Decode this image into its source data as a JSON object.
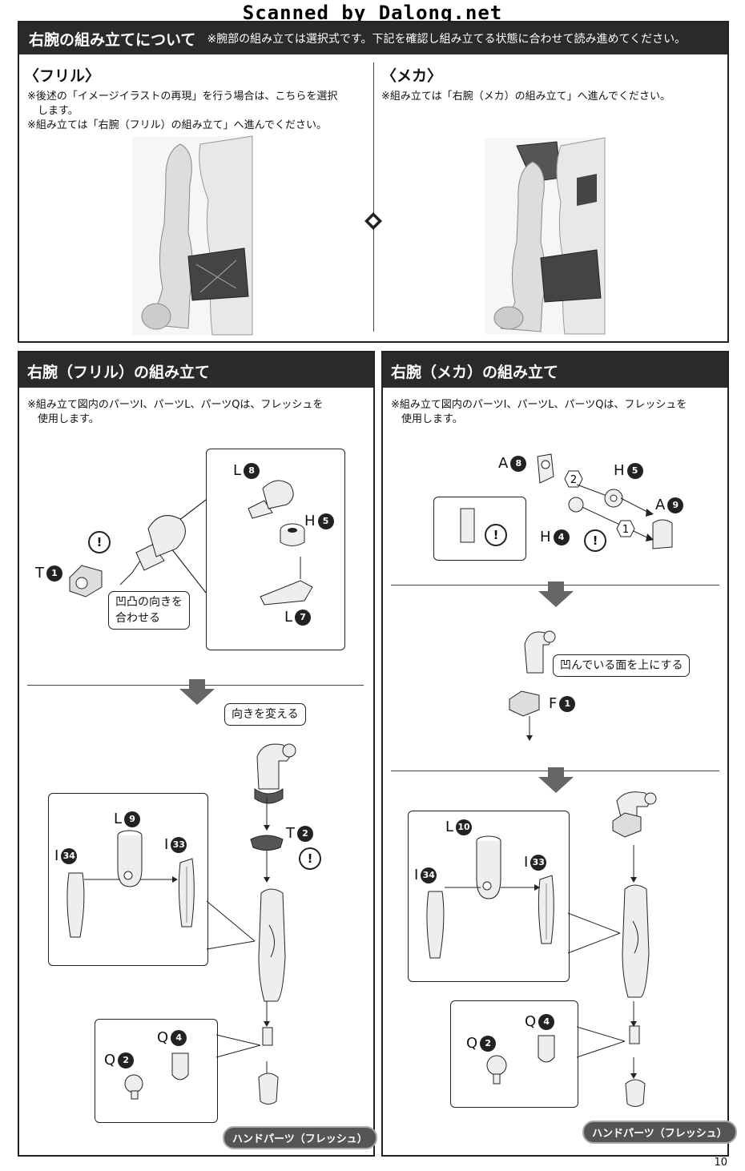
{
  "watermark": "Scanned by Dalong.net",
  "intro": {
    "title": "右腕の組み立てについて",
    "note": "※腕部の組み立ては選択式です。下記を確認し組み立てる状態に合わせて読み進めてください。",
    "frill": {
      "heading": "〈フリル〉",
      "note1": "※後述の「イメージイラストの再現」を行う場合は、こちらを選択",
      "note1b": "　します。",
      "note2": "※組み立ては「右腕（フリル）の組み立て」へ進んでください。"
    },
    "mecha": {
      "heading": "〈メカ〉",
      "note1": "※組み立ては「右腕（メカ）の組み立て」へ進んでください。"
    }
  },
  "frill_assembly": {
    "title": "右腕（フリル）の組み立て",
    "note1": "※組み立て図内のパーツI、パーツL、パーツQは、フレッシュを",
    "note2": "　使用します。",
    "parts": {
      "L8": {
        "letter": "L",
        "num": "8"
      },
      "H5": {
        "letter": "H",
        "num": "5"
      },
      "L7": {
        "letter": "L",
        "num": "7"
      },
      "T1": {
        "letter": "T",
        "num": "1"
      },
      "L9": {
        "letter": "L",
        "num": "9"
      },
      "I34": {
        "letter": "I",
        "num": "34"
      },
      "I33": {
        "letter": "I",
        "num": "33"
      },
      "T2": {
        "letter": "T",
        "num": "2"
      },
      "Q4": {
        "letter": "Q",
        "num": "4"
      },
      "Q2": {
        "letter": "Q",
        "num": "2"
      }
    },
    "callout_align_1": "凹凸の向きを",
    "callout_align_2": "合わせる",
    "callout_turn": "向きを変える",
    "hand_label": "ハンドパーツ（フレッシュ）",
    "excl": "!"
  },
  "mecha_assembly": {
    "title": "右腕（メカ）の組み立て",
    "note1": "※組み立て図内のパーツI、パーツL、パーツQは、フレッシュを",
    "note2": "　使用します。",
    "parts": {
      "A8": {
        "letter": "A",
        "num": "8"
      },
      "H5": {
        "letter": "H",
        "num": "5"
      },
      "A9": {
        "letter": "A",
        "num": "9"
      },
      "H4": {
        "letter": "H",
        "num": "4"
      },
      "F1": {
        "letter": "F",
        "num": "1"
      },
      "L10": {
        "letter": "L",
        "num": "10"
      },
      "I34": {
        "letter": "I",
        "num": "34"
      },
      "I33": {
        "letter": "I",
        "num": "33"
      },
      "Q4": {
        "letter": "Q",
        "num": "4"
      },
      "Q2": {
        "letter": "Q",
        "num": "2"
      }
    },
    "step1": "1",
    "step2": "2",
    "callout_face": "凹んでいる面を上にする",
    "hand_label": "ハンドパーツ（フレッシュ）",
    "excl": "!"
  },
  "page_number": "10"
}
